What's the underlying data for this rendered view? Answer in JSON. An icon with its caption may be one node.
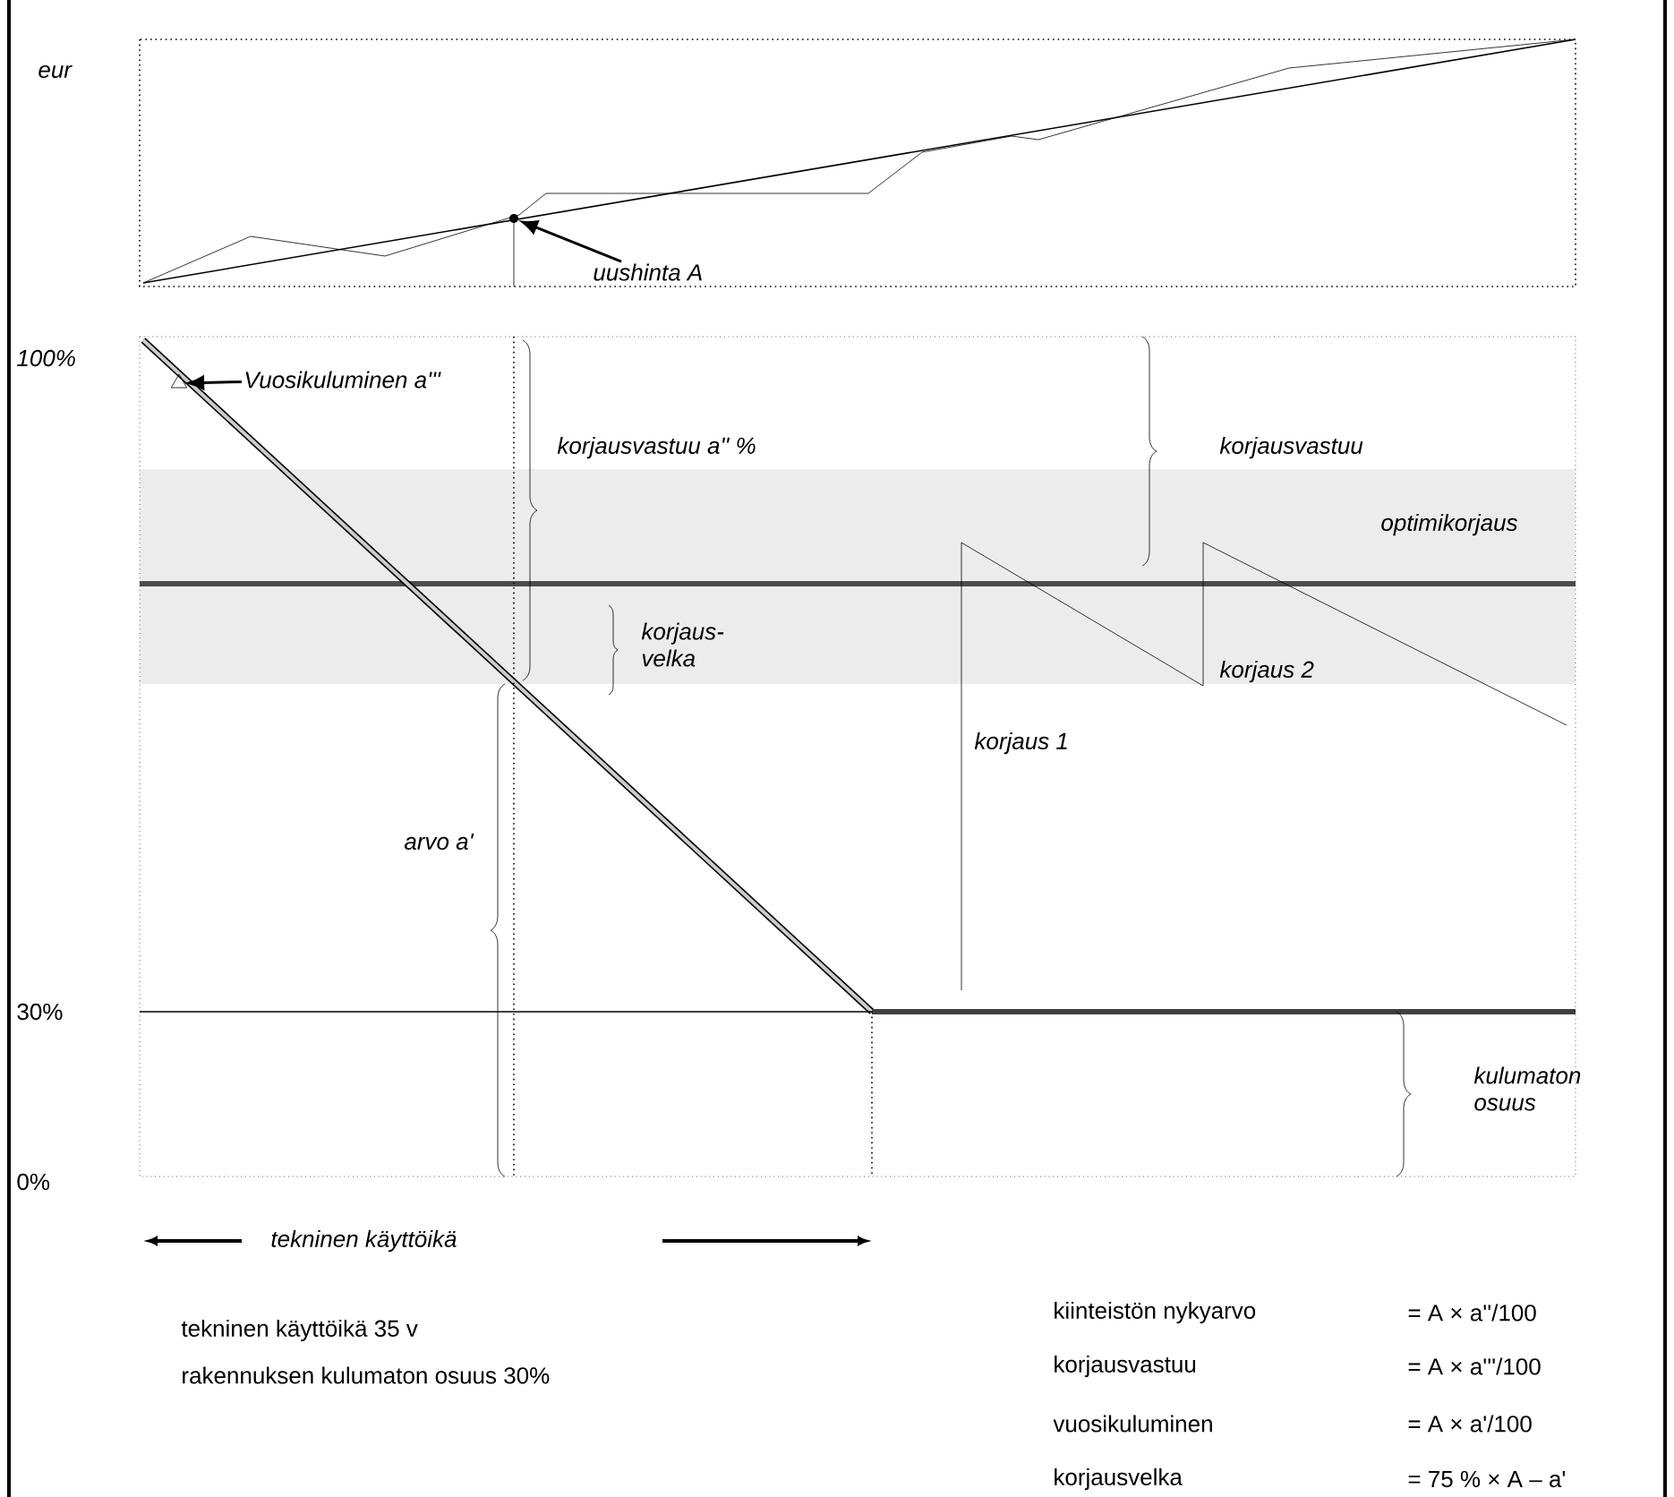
{
  "diagram": {
    "nodes": [
      {
        "text": [
          "uushinta A"
        ]
      },
      {
        "text": [
          "Vuosikuluminen a'''"
        ]
      },
      {
        "text": [],
        "shape": "circle"
      },
      {
        "text": [],
        "shape": "triangle"
      }
    ],
    "edges": [
      {
        "from": 0,
        "to": 2,
        "arrow": "to"
      },
      {
        "from": 1,
        "to": 3,
        "arrow": "to"
      }
    ],
    "labels": [
      "eur",
      "100%",
      "korjausvastuu a'' %",
      "korjausvastuu",
      "optimikorjaus",
      "korjaus- velka",
      "korjaus 2",
      "korjaus 1",
      "arvo a'",
      "30%",
      "kulumaton osuus",
      "0%",
      "tekninen käyttöikä",
      "tekninen käyttöikä 35 v",
      "rakennuksen kulumaton osuus 30%",
      "kiinteistön nykyarvo",
      "= A × a''/100",
      "korjausvastuu",
      "= A × a'''/100",
      "vuosikuluminen",
      "= A × a'/100",
      "korjausvelka",
      "= 75 % × A – a'"
    ]
  }
}
